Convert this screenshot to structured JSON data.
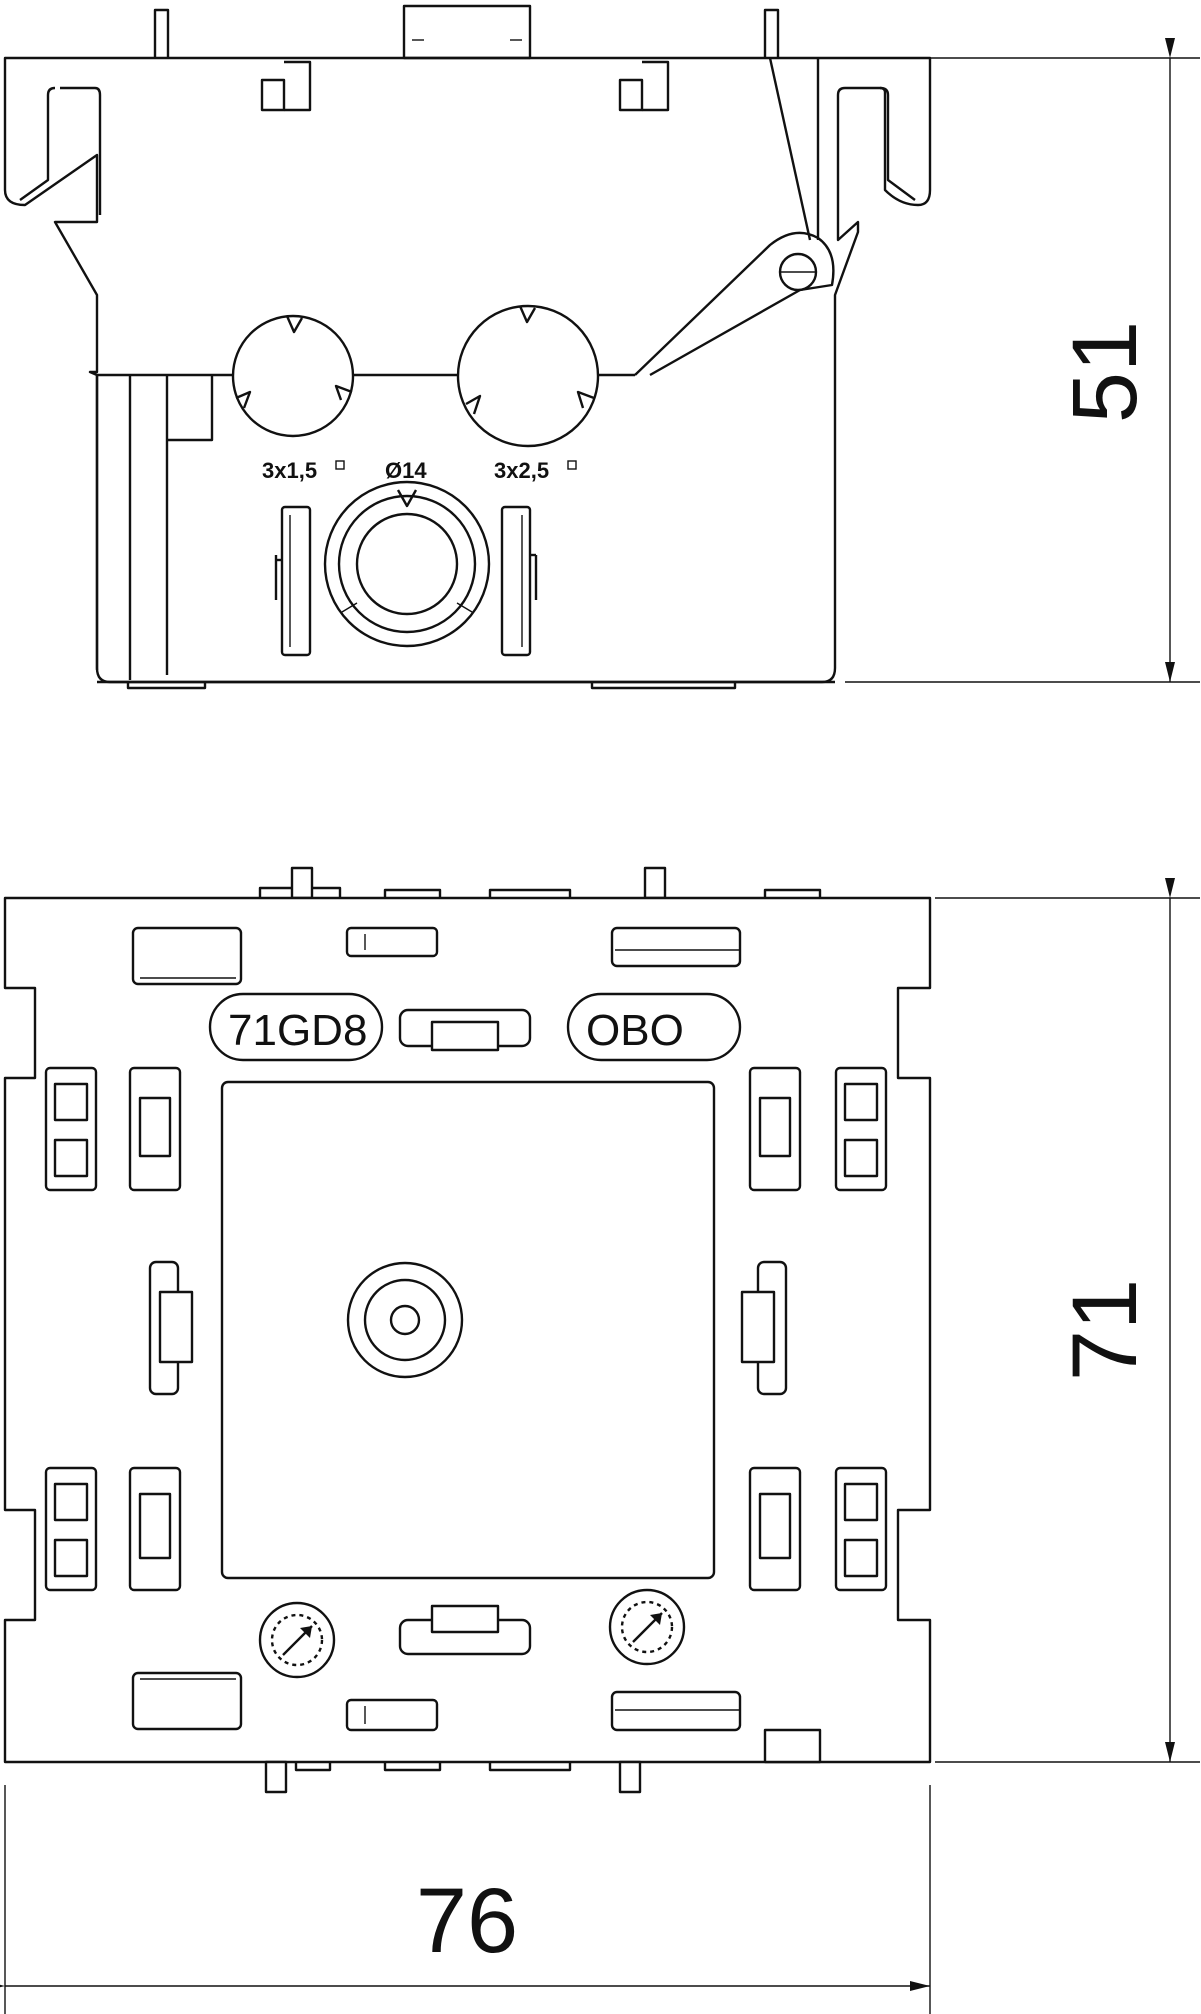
{
  "side_view": {
    "label_left": "3x1,5",
    "label_center": "Ø14",
    "label_right": "3x2,5"
  },
  "front_view": {
    "model": "71GD8",
    "brand": "OBO"
  },
  "dimensions": {
    "height_side": "51",
    "height_front": "71",
    "width": "76"
  }
}
